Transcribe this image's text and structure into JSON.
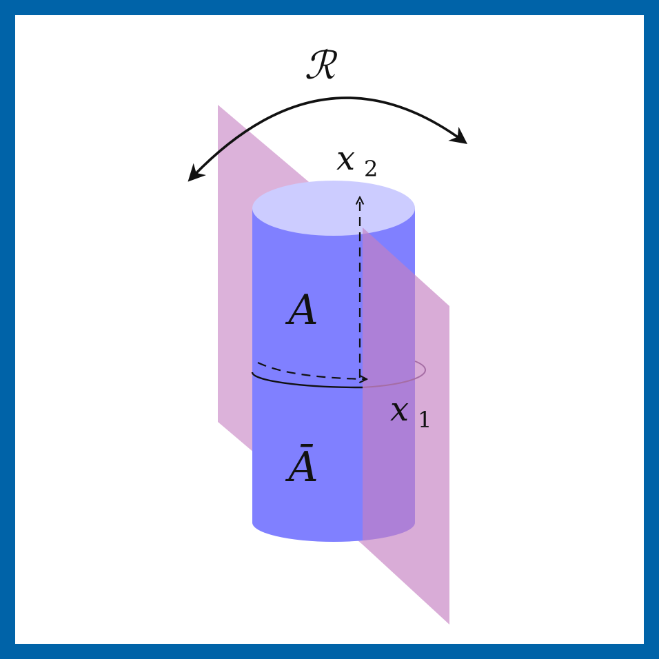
{
  "diagram": {
    "labels": {
      "rotation": "ℛ",
      "axis_x2_main": "x",
      "axis_x2_sub": "2",
      "axis_x1_main": "x",
      "axis_x1_sub": "1",
      "region_top": "A",
      "region_bottom": "Ā"
    },
    "colors": {
      "border": "#0063A8",
      "background": "#FFFFFF",
      "cylinder_body": "#8080FF",
      "cylinder_top": "#CCCCFF",
      "plane": "#C47FC1",
      "ink": "#111111"
    }
  }
}
